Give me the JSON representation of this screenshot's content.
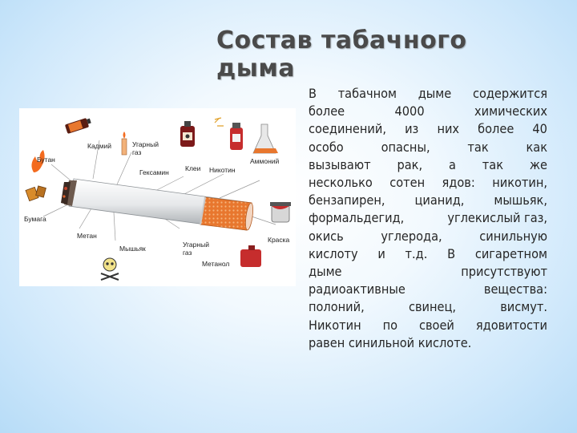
{
  "title": "Состав табачного дыма",
  "paragraph_lines": [
    [
      "В",
      "табачном",
      "дыме",
      "содержится"
    ],
    [
      "более",
      "4000",
      "химических"
    ],
    [
      "соединений,",
      "из",
      "них",
      "более",
      "40"
    ],
    [
      "особо",
      "опасны,",
      "так",
      "как"
    ],
    [
      "вызывают",
      "рак,",
      "а",
      "так",
      "же"
    ],
    [
      "несколько",
      "сотен",
      "ядов:",
      "никотин,"
    ],
    [
      "бензапирен,",
      "цианид,",
      "мышьяк,"
    ],
    [
      "формальдегид,",
      "углекислый газ,"
    ],
    [
      "окись",
      "углерода,",
      "синильную"
    ],
    [
      "кислоту",
      "и",
      "т.д.",
      "В",
      "сигаретном"
    ],
    [
      "дыме",
      "присутствуют"
    ],
    [
      "радиоактивные",
      "вещества:"
    ],
    [
      "полоний,",
      "свинец,",
      "висмут."
    ],
    [
      "Никотин",
      "по",
      "своей",
      "ядовитости"
    ],
    [
      "равен синильной кислоте."
    ]
  ],
  "illustration": {
    "labels": {
      "butan": "Бутан",
      "kadmiy": "Кадмий",
      "ugarny_gaz_top": "Угарный\nгаз",
      "klei": "Клеи",
      "nikotin": "Никотин",
      "ammoniy": "Аммоний",
      "geksamin": "Гексамин",
      "bumaga": "Бумага",
      "metan": "Метан",
      "mishyak": "Мышьяк",
      "ugarny_gaz_bottom": "Угарный\nгаз",
      "metanol": "Метанол",
      "kraska": "Краска"
    }
  },
  "colors": {
    "title": "#4a4a4a",
    "text": "#262626",
    "filter": "#e8772e",
    "background_edge": "#b7dcf7"
  }
}
